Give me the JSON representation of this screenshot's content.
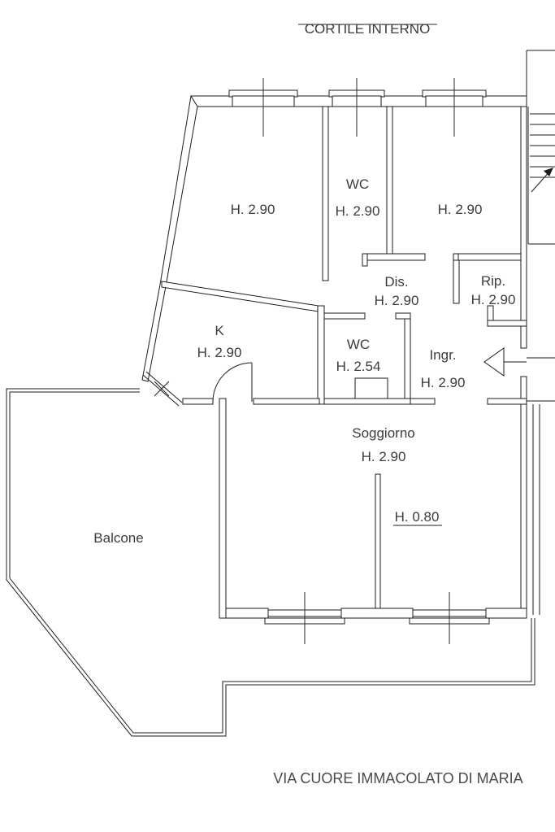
{
  "plan": {
    "surroundings": {
      "courtyard_label": "CORTILE INTERNO",
      "street_label": "VIA CUORE IMMACOLATO DI MARIA"
    },
    "rooms": {
      "bedroom_left": {
        "ceiling": "H. 2.90"
      },
      "wc_top": {
        "name": "WC",
        "ceiling": "H. 2.90"
      },
      "bedroom_right": {
        "ceiling": "H. 2.90"
      },
      "disimpegno": {
        "name": "Dis.",
        "ceiling": "H. 2.90"
      },
      "ripostiglio": {
        "name": "Rip.",
        "ceiling": "H. 2.90"
      },
      "kitchen": {
        "name": "K",
        "ceiling": "H. 2.90"
      },
      "wc_small": {
        "name": "WC",
        "ceiling": "H. 2.54"
      },
      "ingresso": {
        "name": "Ingr.",
        "ceiling": "H. 2.90"
      },
      "soggiorno": {
        "name": "Soggiorno",
        "ceiling": "H. 2.90"
      },
      "balcone": {
        "name": "Balcone"
      }
    },
    "annotations": {
      "low_wall": "H. 0.80"
    }
  }
}
